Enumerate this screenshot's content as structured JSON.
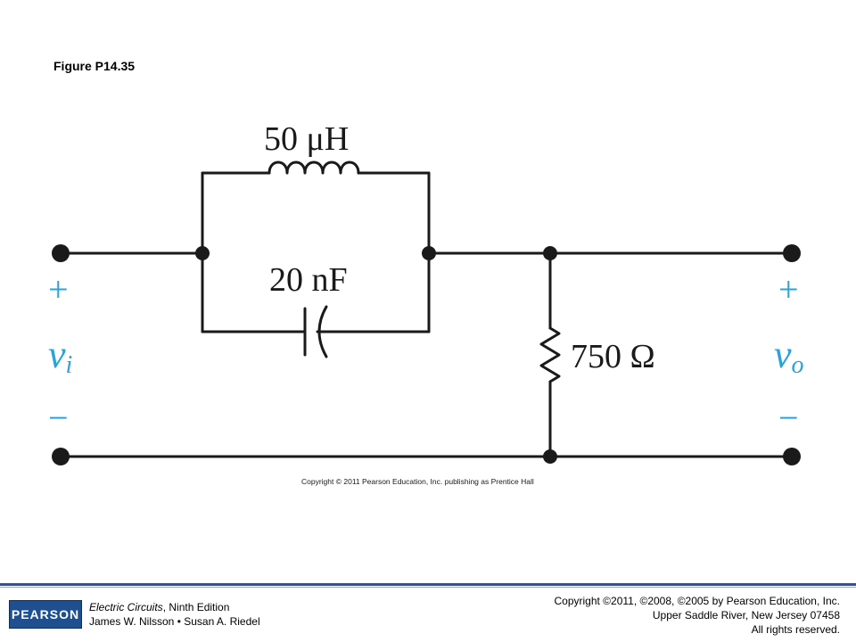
{
  "figure": {
    "title": "Figure P14.35",
    "inner_copyright": "Copyright © 2011 Pearson Education, Inc. publishing as Prentice Hall"
  },
  "circuit": {
    "inductor_label": "50 μH",
    "capacitor_label": "20 nF",
    "resistor_label": "750 Ω",
    "input": {
      "plus": "+",
      "symbol": "v",
      "subscript": "i",
      "minus": "−"
    },
    "output": {
      "plus": "+",
      "symbol": "v",
      "subscript": "o",
      "minus": "−"
    },
    "accent_color": "#29a3dc",
    "wire_color": "#1a1a1a"
  },
  "footer": {
    "logo_text": "PEARSON",
    "book_title": "Electric Circuits",
    "book_edition": ", Ninth Edition",
    "authors": "James W. Nilsson • Susan A. Riedel",
    "rights_line1": "Copyright ©2011, ©2008, ©2005 by Pearson Education, Inc.",
    "rights_line2": "Upper Saddle River, New Jersey 07458",
    "rights_line3": "All rights reserved."
  }
}
